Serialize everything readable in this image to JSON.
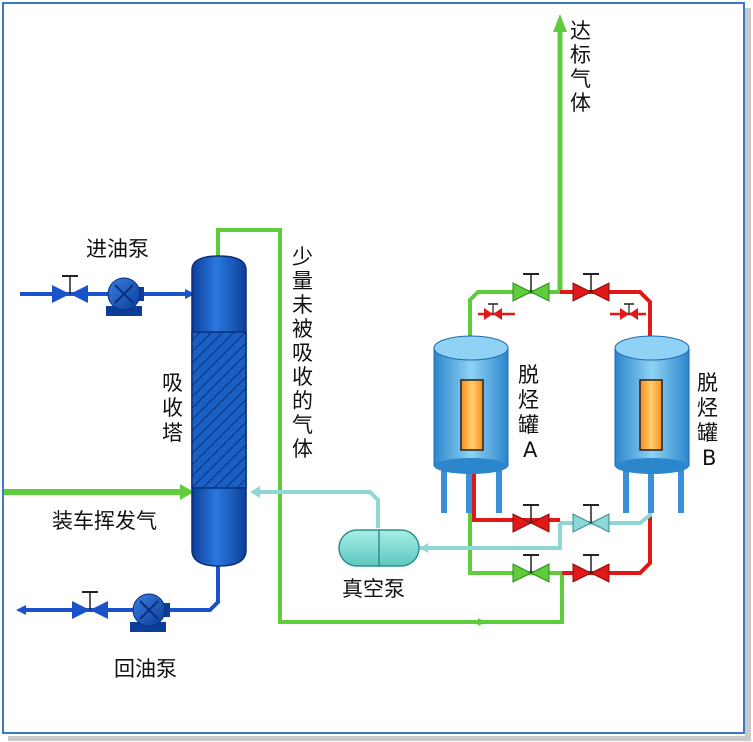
{
  "labels": {
    "compliant_gas": "达标气体",
    "inlet_pump": "进油泵",
    "absorber": "吸收塔",
    "unabsorbed_gas": "少量未被吸收的气体",
    "canister_a": "脱烃罐A",
    "canister_b": "脱烃罐B",
    "loading_vapor": "装车挥发气",
    "vacuum_pump": "真空泵",
    "return_pump": "回油泵"
  },
  "colors": {
    "oil_line": "#1a52c9",
    "gas_green": "#5fcc3c",
    "red_line": "#e01818",
    "vacuum_line": "#8fd6d6",
    "tower_fill": "#1a5fc4",
    "tank_fill": "#5aaee8"
  }
}
